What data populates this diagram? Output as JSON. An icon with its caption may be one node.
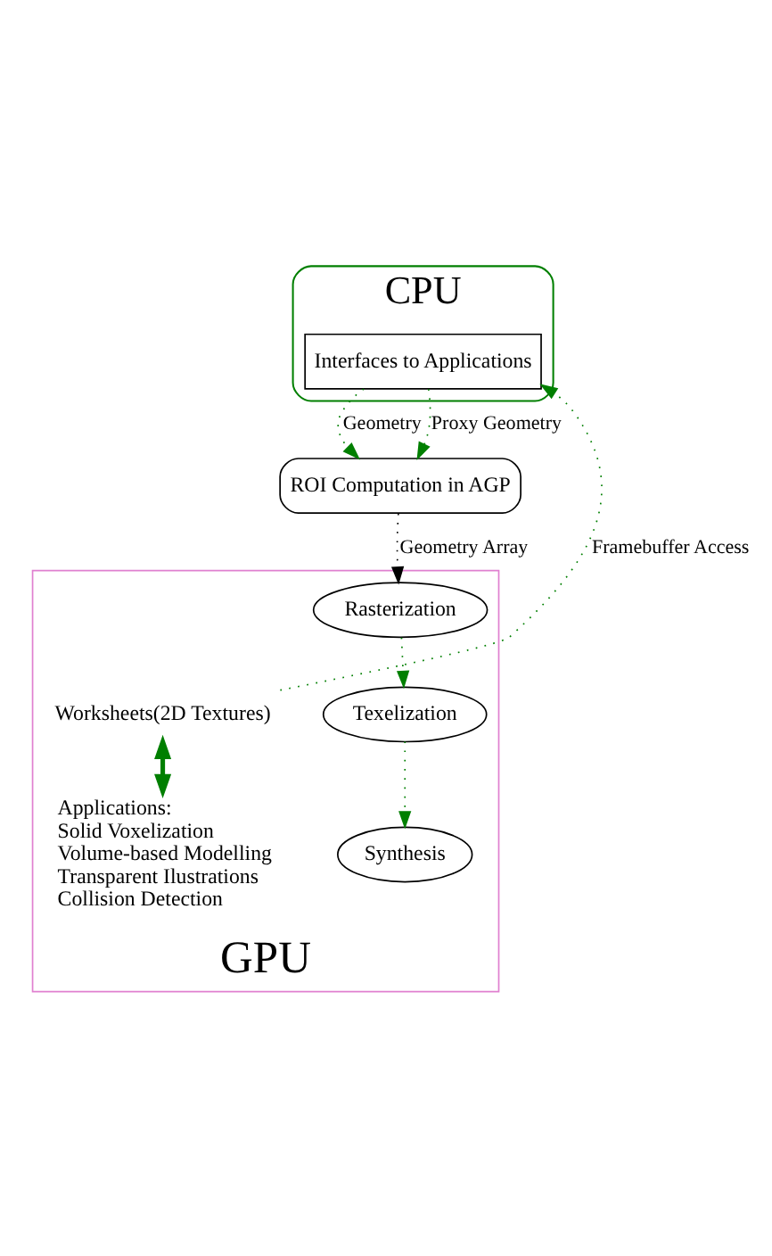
{
  "diagram": {
    "nodes": [
      {
        "text": [
          "CPU"
        ]
      },
      {
        "text": [
          "Interfaces to Applications"
        ],
        "in": 0
      },
      {
        "text": [
          "ROI Computation in AGP"
        ]
      },
      {
        "text": [
          "GPU"
        ]
      },
      {
        "text": [
          "Rasterization"
        ],
        "in": 3
      },
      {
        "text": [
          "Texelization"
        ],
        "in": 3
      },
      {
        "text": [
          "Synthesis"
        ],
        "in": 3
      },
      {
        "text": [
          "Worksheets(2D Textures)"
        ],
        "in": 3
      },
      {
        "text": [
          "Applications:",
          "Solid Voxelization",
          "Volume-based Modelling",
          "Transparent Ilustrations",
          "Collision Detection"
        ],
        "in": 3
      }
    ],
    "edges": [
      {
        "from": 1,
        "to": 2,
        "arrow": "to",
        "label": "Geometry",
        "style": "dashed"
      },
      {
        "from": 1,
        "to": 2,
        "arrow": "to",
        "label": "Proxy Geometry",
        "style": "dashed"
      },
      {
        "from": 2,
        "to": 4,
        "arrow": "to",
        "label": "Geometry Array",
        "style": "dashed",
        "color": "#000000"
      },
      {
        "from": 4,
        "to": 5,
        "arrow": "to",
        "style": "dashed"
      },
      {
        "from": 5,
        "to": 6,
        "arrow": "to",
        "style": "dashed"
      },
      {
        "from": 7,
        "to": 1,
        "arrow": "to",
        "label": "Framebuffer Access",
        "style": "dashed"
      },
      {
        "from": 7,
        "to": 8,
        "arrow": "both",
        "style": "thick"
      }
    ]
  }
}
